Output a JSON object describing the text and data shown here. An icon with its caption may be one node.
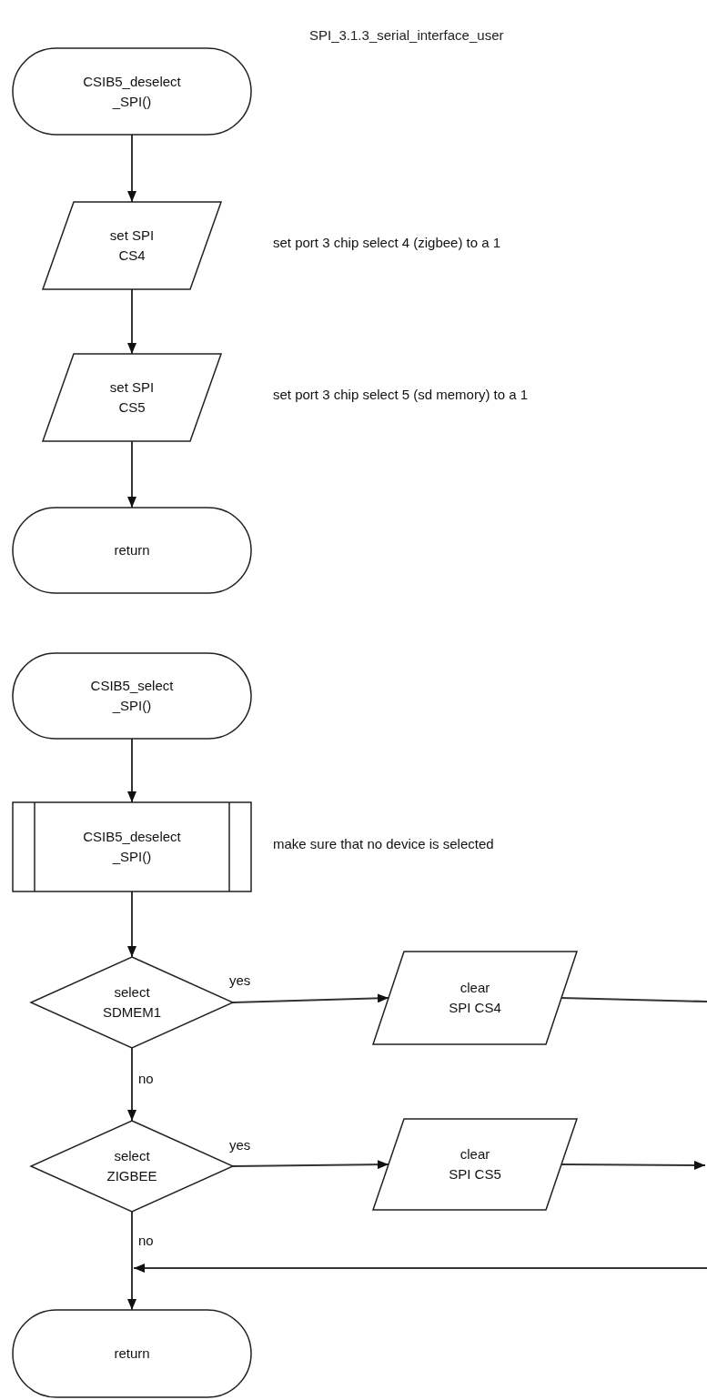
{
  "diagram": {
    "title": "SPI_3.1.3_serial_interface_user",
    "nodes": [
      {
        "text": [
          "CSIB5_deselect _SPI()"
        ]
      },
      {
        "text": [
          "set SPI CS4"
        ],
        "beside": [
          "set port 3 chip select 4 (zigbee) to a 1"
        ]
      },
      {
        "text": [
          "set SPI CS5"
        ],
        "beside": [
          "set port 3 chip select 5 (sd memory) to a 1"
        ]
      },
      {
        "text": [
          "return"
        ]
      },
      {
        "text": [
          "CSIB5_select _SPI()"
        ]
      },
      {
        "text": [
          "CSIB5_deselect _SPI()"
        ],
        "beside": [
          "make sure that no device is selected"
        ]
      },
      {
        "text": [
          "select SDMEM1"
        ]
      },
      {
        "text": [
          "clear SPI CS4"
        ]
      },
      {
        "text": [
          "select ZIGBEE"
        ]
      },
      {
        "text": [
          "clear SPI CS5"
        ]
      },
      {
        "text": [
          "return"
        ]
      }
    ],
    "edges": [
      {
        "from": 0,
        "to": 1,
        "arrow": "to"
      },
      {
        "from": 1,
        "to": 2,
        "arrow": "to"
      },
      {
        "from": 2,
        "to": 3,
        "arrow": "to"
      },
      {
        "from": 4,
        "to": 5,
        "arrow": "to"
      },
      {
        "from": 5,
        "to": 6,
        "arrow": "to"
      },
      {
        "from": 6,
        "to": 7,
        "arrow": "to",
        "label": "yes"
      },
      {
        "from": 6,
        "to": 8,
        "arrow": "to",
        "label": "no"
      },
      {
        "from": 8,
        "to": 9,
        "arrow": "to",
        "label": "yes"
      },
      {
        "from": 8,
        "to": 10,
        "arrow": "to",
        "label": "no"
      },
      {
        "from": 7,
        "to": null,
        "arrow": "none"
      },
      {
        "from": 9,
        "to": null,
        "arrow": "to"
      },
      {
        "from": null,
        "to": 10,
        "arrow": "to"
      }
    ]
  }
}
